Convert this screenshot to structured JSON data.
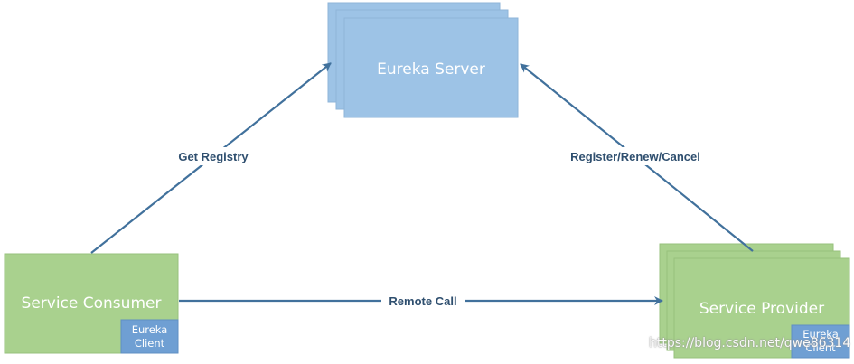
{
  "nodes": {
    "server": {
      "label": "Eureka Server"
    },
    "consumer": {
      "label": "Service Consumer",
      "client_label_line1": "Eureka",
      "client_label_line2": "Client"
    },
    "provider": {
      "label": "Service Provider",
      "client_label_line1": "Eureka",
      "client_label_line2": "Client"
    }
  },
  "edges": {
    "get_registry": "Get Registry",
    "register": "Register/Renew/Cancel",
    "remote_call": "Remote Call"
  },
  "watermark": "https://blog.csdn.net/qwe86314",
  "colors": {
    "server_fill": "#9dc3e6",
    "server_stroke": "#8fb4d8",
    "node_fill": "#a9d18e",
    "node_stroke": "#97c17c",
    "client_fill": "#6f9fd3",
    "arrow": "#41719c",
    "label": "#2f4f6f"
  }
}
